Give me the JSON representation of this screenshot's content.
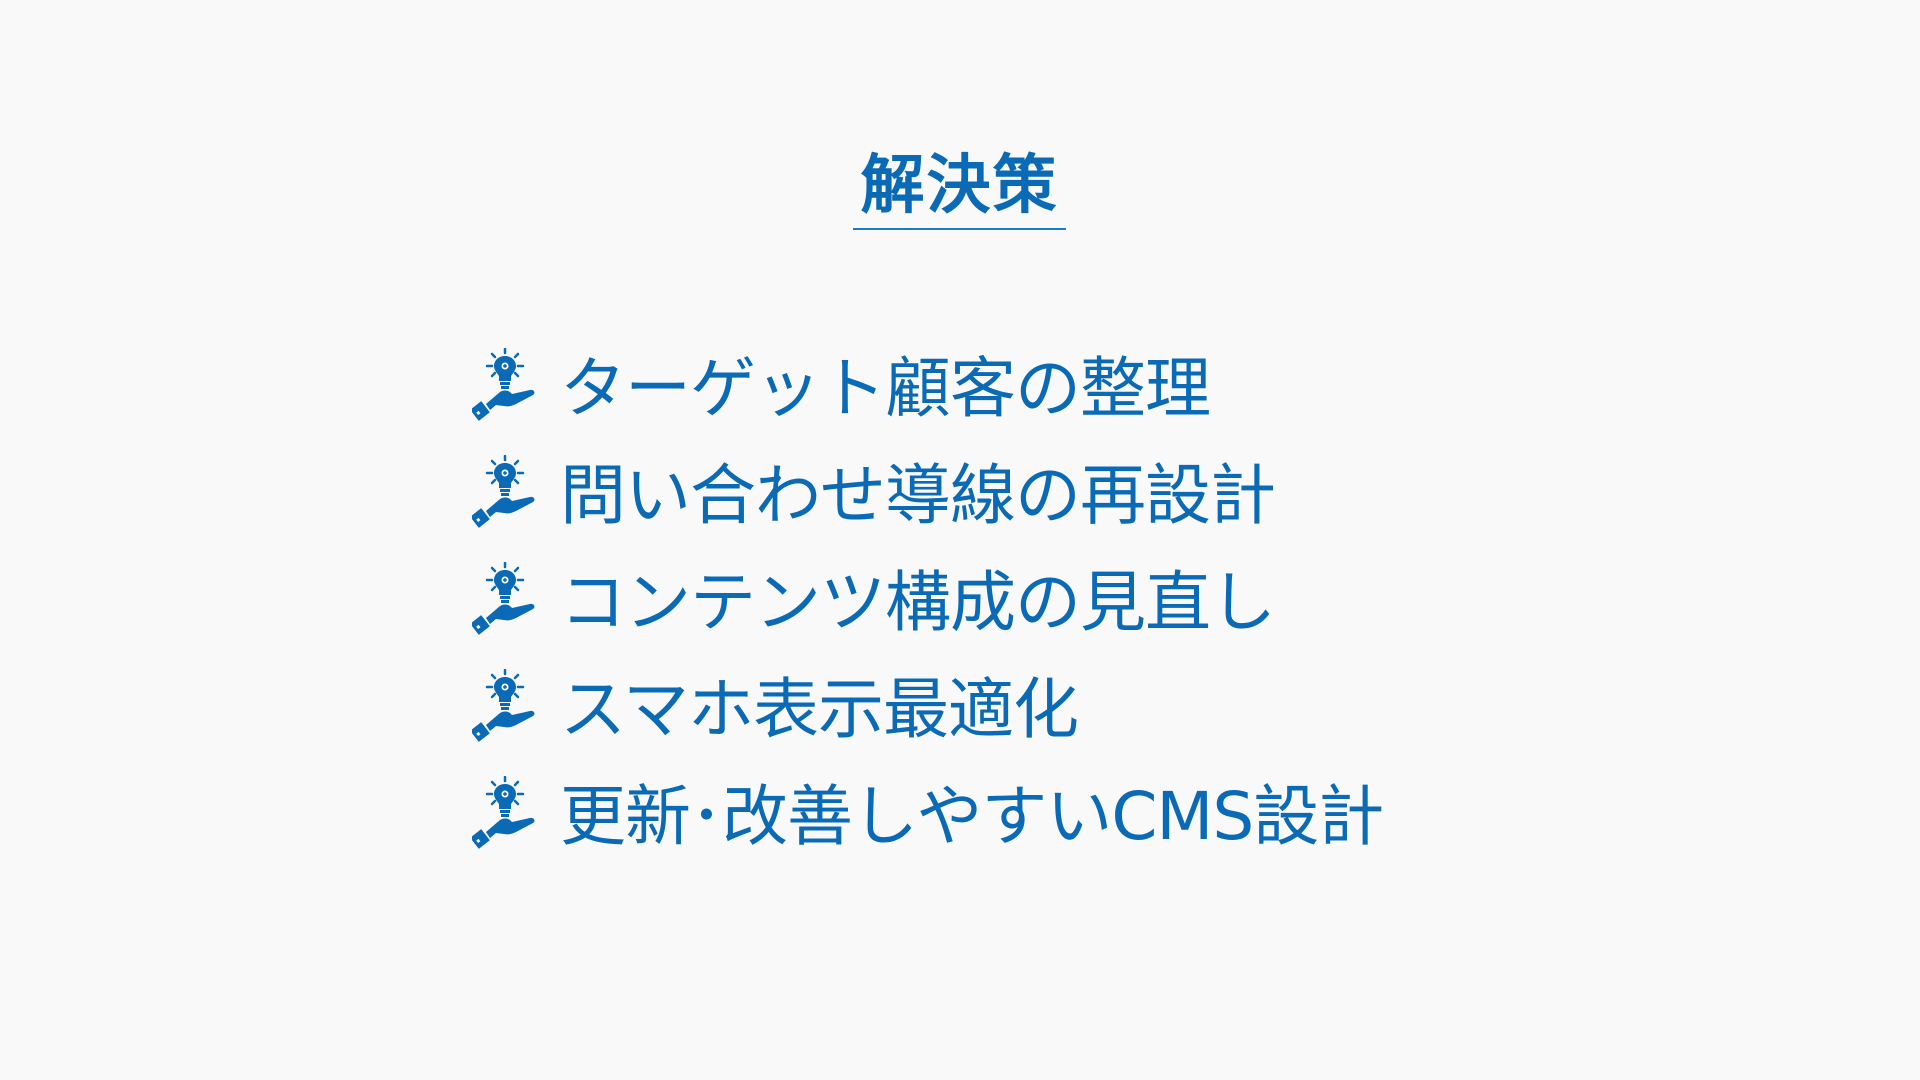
{
  "slide": {
    "title": "解決策",
    "colors": {
      "background": "#f9f9fa",
      "accent": "#0a6ab5",
      "underline": "#1f7bc0"
    },
    "items": [
      {
        "icon": "lightbulb-hand-icon",
        "label": "ターゲット顧客の整理"
      },
      {
        "icon": "lightbulb-hand-icon",
        "label": "問い合わせ導線の再設計"
      },
      {
        "icon": "lightbulb-hand-icon",
        "label": "コンテンツ構成の見直し"
      },
      {
        "icon": "lightbulb-hand-icon",
        "label": "スマホ表示最適化"
      },
      {
        "icon": "lightbulb-hand-icon",
        "label": "更新･改善しやすいCMS設計"
      }
    ]
  }
}
